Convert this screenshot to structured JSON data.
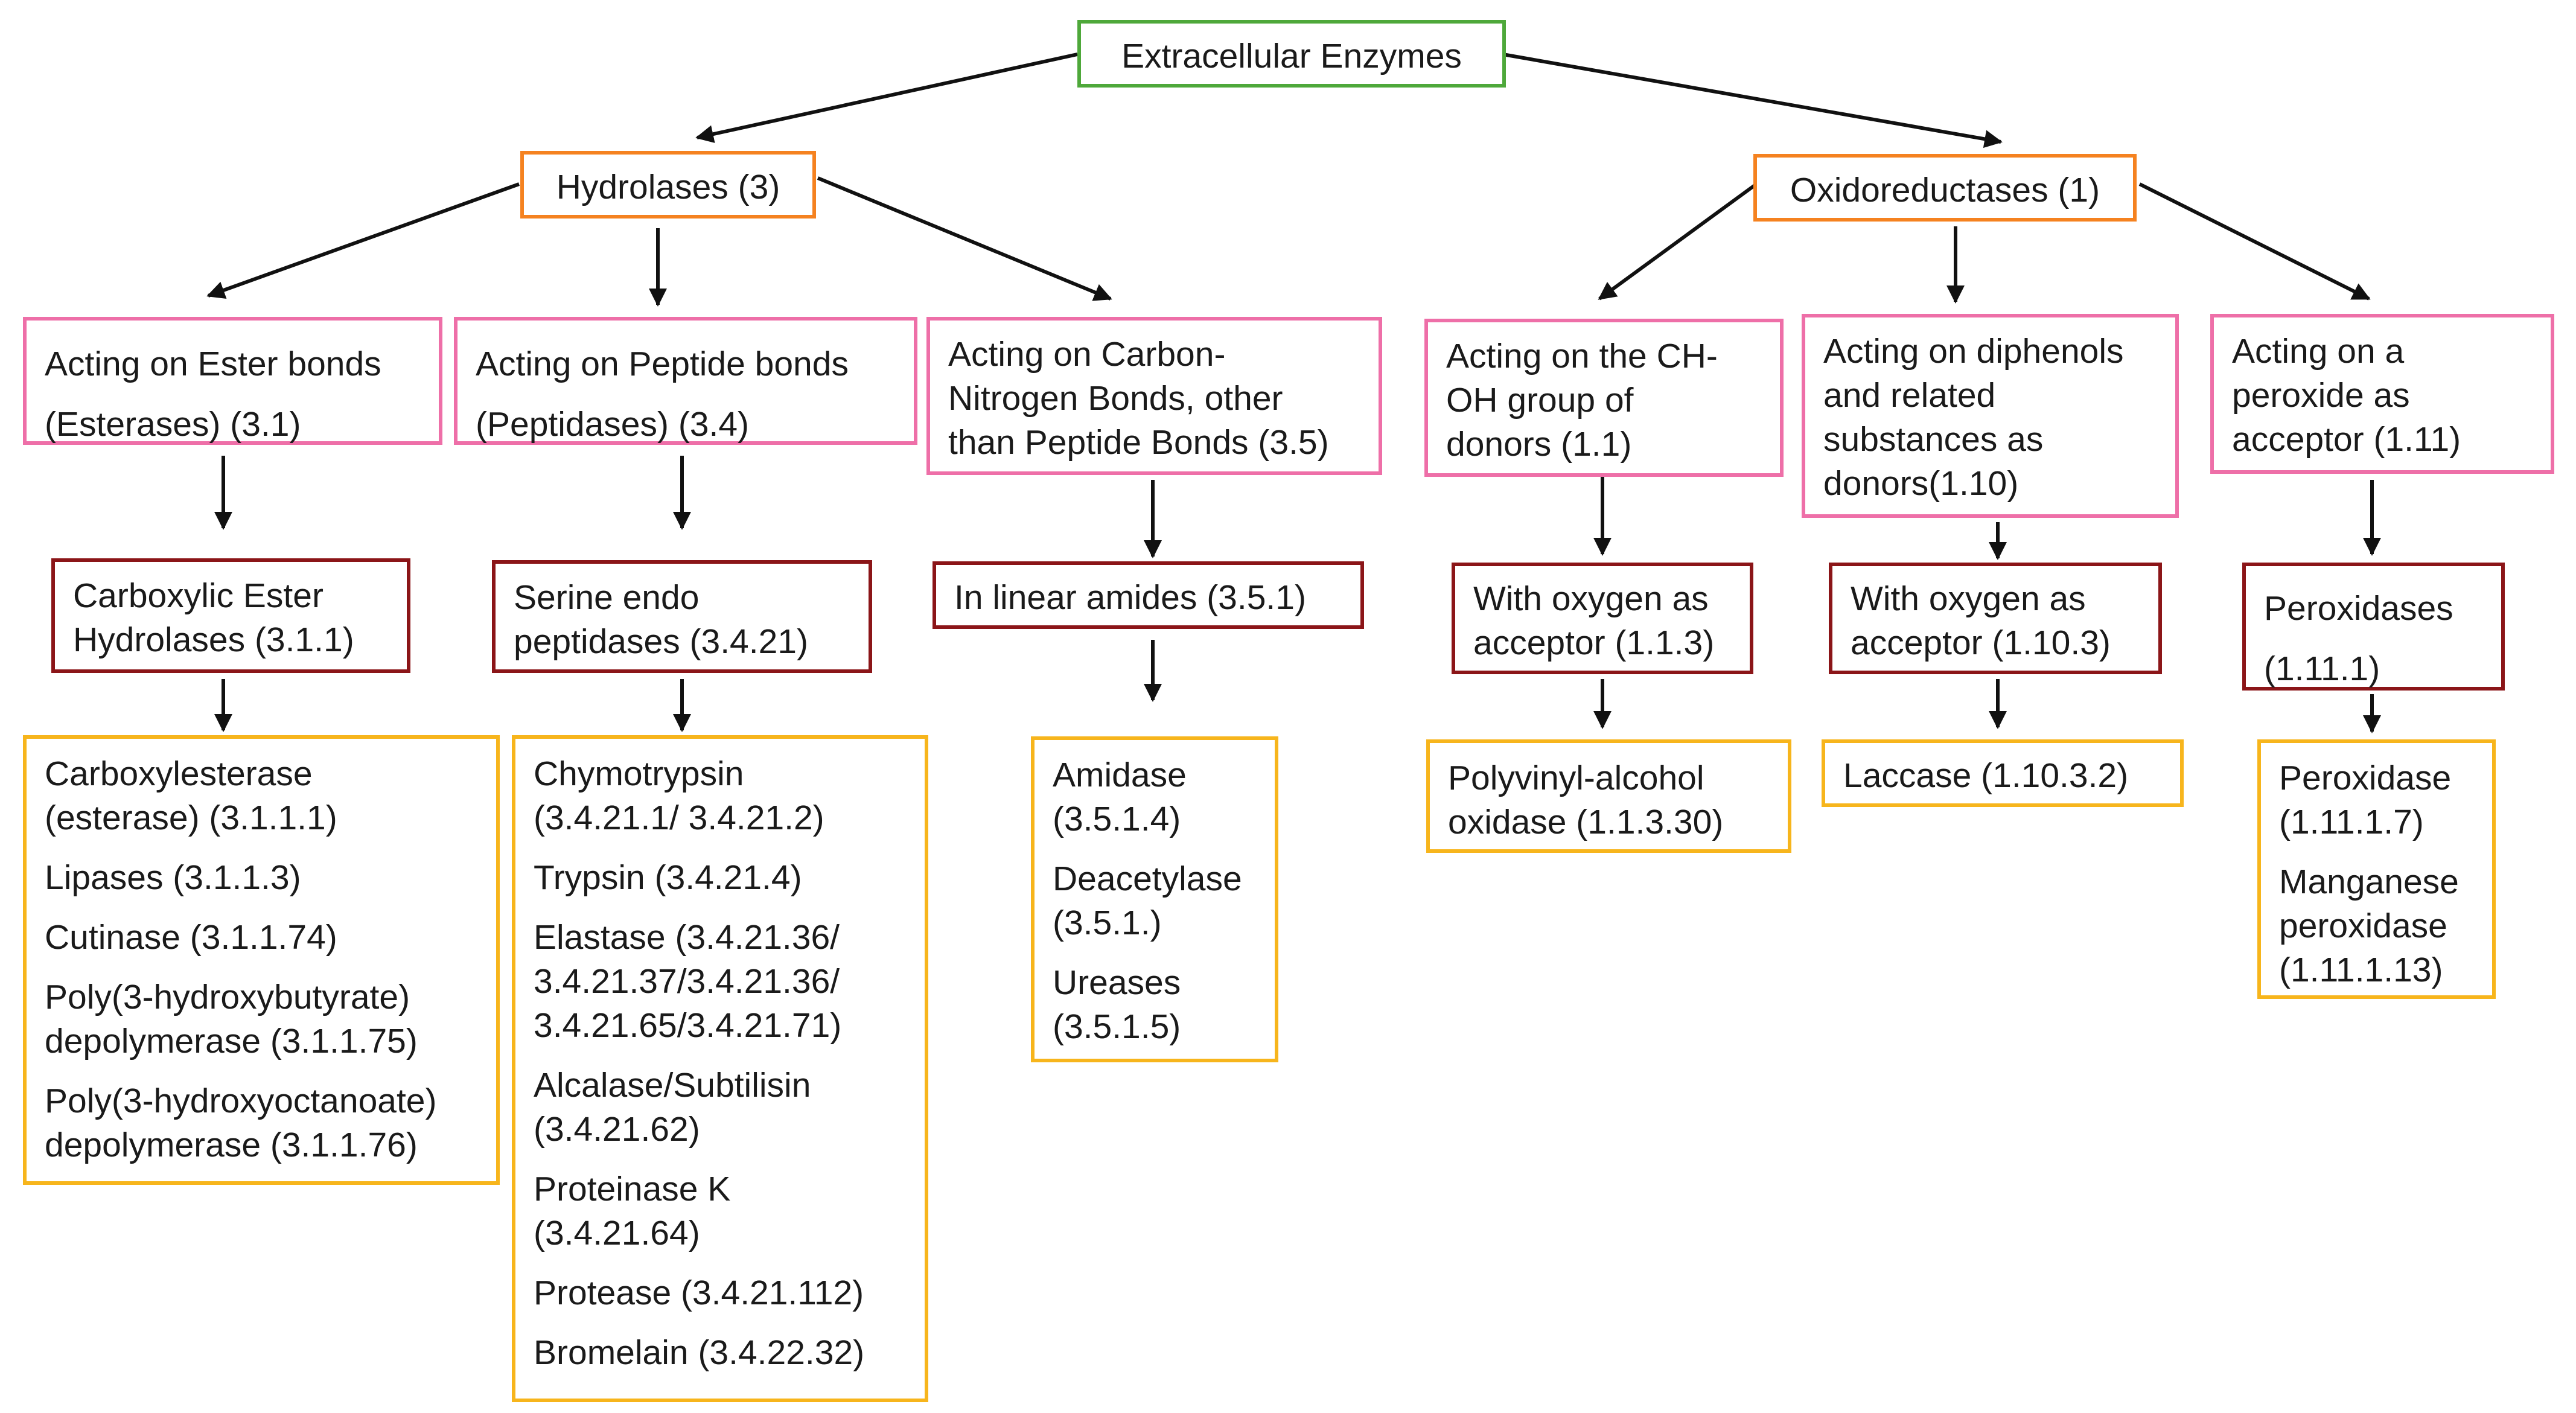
{
  "root": {
    "label": "Extracellular Enzymes"
  },
  "hydrolases": {
    "label": "Hydrolases (3)",
    "ester": {
      "lines": [
        "Acting on Ester bonds",
        "(Esterases) (3.1)"
      ],
      "sub": {
        "lines": [
          "Carboxylic Ester",
          "Hydrolases (3.1.1)"
        ]
      },
      "enzymes": [
        [
          "Carboxylesterase",
          "(esterase) (3.1.1.1)"
        ],
        [
          "Lipases (3.1.1.3)"
        ],
        [
          "Cutinase (3.1.1.74)"
        ],
        [
          "Poly(3-hydroxybutyrate)",
          "depolymerase (3.1.1.75)"
        ],
        [
          "Poly(3-hydroxyoctanoate)",
          "depolymerase (3.1.1.76)"
        ]
      ]
    },
    "peptide": {
      "lines": [
        "Acting on Peptide bonds",
        "(Peptidases) (3.4)"
      ],
      "sub": {
        "lines": [
          "Serine endo",
          "peptidases (3.4.21)"
        ]
      },
      "enzymes": [
        [
          "Chymotrypsin",
          "(3.4.21.1/ 3.4.21.2)"
        ],
        [
          "Trypsin (3.4.21.4)"
        ],
        [
          "Elastase (3.4.21.36/",
          "3.4.21.37/3.4.21.36/",
          "3.4.21.65/3.4.21.71)"
        ],
        [
          "Alcalase/Subtilisin",
          "(3.4.21.62)"
        ],
        [
          "Proteinase K",
          "(3.4.21.64)"
        ],
        [
          "Protease (3.4.21.112)"
        ],
        [
          "Bromelain (3.4.22.32)"
        ]
      ]
    },
    "cn": {
      "lines": [
        "Acting on Carbon-",
        "Nitrogen Bonds, other",
        "than Peptide Bonds (3.5)"
      ],
      "sub": {
        "lines": [
          "In linear amides (3.5.1)"
        ]
      },
      "enzymes": [
        [
          "Amidase",
          "(3.5.1.4)"
        ],
        [
          "Deacetylase",
          "(3.5.1.)"
        ],
        [
          "Ureases",
          "(3.5.1.5)"
        ]
      ]
    }
  },
  "oxidoreductases": {
    "label": "Oxidoreductases (1)",
    "choh": {
      "lines": [
        "Acting on the CH-",
        "OH group of",
        "donors (1.1)"
      ],
      "sub": {
        "lines": [
          "With oxygen as",
          "acceptor (1.1.3)"
        ]
      },
      "enzymes": [
        [
          "Polyvinyl-alcohol",
          "oxidase (1.1.3.30)"
        ]
      ]
    },
    "diphenol": {
      "lines": [
        "Acting on diphenols",
        "and related",
        "substances as",
        "donors(1.10)"
      ],
      "sub": {
        "lines": [
          "With oxygen as",
          "acceptor (1.10.3)"
        ]
      },
      "enzymes": [
        [
          "Laccase (1.10.3.2)"
        ]
      ]
    },
    "peroxide": {
      "lines": [
        "Acting on a",
        "peroxide as",
        "acceptor (1.11)"
      ],
      "sub": {
        "lines": [
          "Peroxidases",
          "(1.11.1)"
        ]
      },
      "enzymes": [
        [
          "Peroxidase",
          "(1.11.1.7)"
        ],
        [
          "Manganese",
          "peroxidase",
          "(1.11.1.13)"
        ]
      ]
    }
  }
}
